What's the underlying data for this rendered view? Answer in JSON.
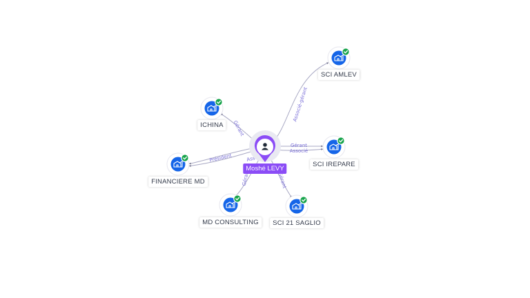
{
  "center": {
    "label": "Moshé LEVY",
    "icon": "person-icon",
    "color": "#8b4cf6"
  },
  "companies": [
    {
      "key": "sci-amlev",
      "label": "SCI AMLEV",
      "icon": "building-icon",
      "verified": true
    },
    {
      "key": "ichina",
      "label": "ICHINA",
      "icon": "building-icon",
      "verified": true
    },
    {
      "key": "sci-irepare",
      "label": "SCI IREPARE",
      "icon": "building-icon",
      "verified": true
    },
    {
      "key": "financiere-md",
      "label": "FINANCIERE MD",
      "icon": "building-icon",
      "verified": true
    },
    {
      "key": "md-consulting",
      "label": "MD CONSULTING",
      "icon": "building-icon",
      "verified": true
    },
    {
      "key": "sci-21-saglio",
      "label": "SCI 21 SAGLIO",
      "icon": "building-icon",
      "verified": true
    }
  ],
  "relations": [
    {
      "to": "sci-amlev",
      "label": "Associé-gérant"
    },
    {
      "to": "ichina",
      "label": "Gérant"
    },
    {
      "to": "sci-irepare",
      "label": "Gérant"
    },
    {
      "to": "sci-irepare",
      "label": "Associé"
    },
    {
      "to": "financiere-md",
      "label": "Président"
    },
    {
      "to": "financiere-md",
      "label": "Asso"
    },
    {
      "to": "md-consulting",
      "label": "Gérant"
    },
    {
      "to": "sci-21-saglio",
      "label": "Gérant"
    }
  ],
  "colors": {
    "company": "#1565e8",
    "verified": "#16a34a",
    "edge": "#a9a9c4",
    "edge_label": "#7a6fd8"
  }
}
